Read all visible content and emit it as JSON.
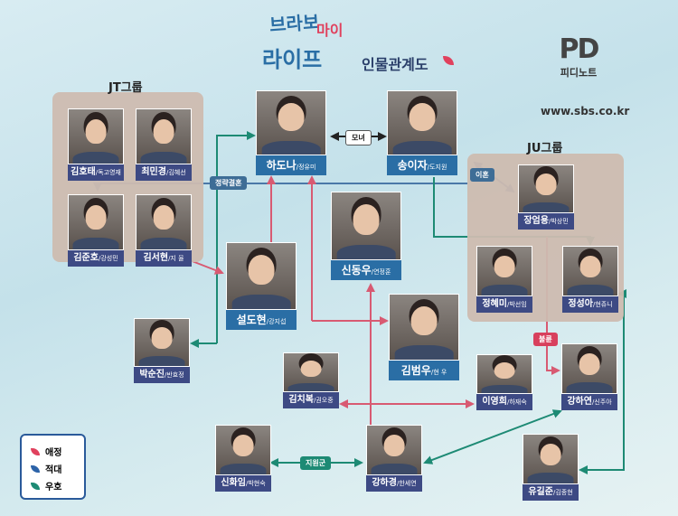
{
  "title": {
    "line1": "브라보",
    "line2": "마이",
    "line3": "라이프",
    "subtitle": "인물관계도"
  },
  "brand": {
    "logo": "PD",
    "name": "피디노트",
    "url": "www.sbs.co.kr"
  },
  "groups": {
    "jt": "JT그룹",
    "ju": "JU그룹"
  },
  "characters": [
    {
      "id": "kimhotae",
      "name": "김호태",
      "actor": "독고영재"
    },
    {
      "id": "choiminkyung",
      "name": "최민경",
      "actor": "김혜선"
    },
    {
      "id": "kimjunho",
      "name": "김준호",
      "actor": "강성민"
    },
    {
      "id": "kimseohyun",
      "name": "김서현",
      "actor": "지 율"
    },
    {
      "id": "hadona",
      "name": "하도나",
      "actor": "정유미"
    },
    {
      "id": "songija",
      "name": "송이자",
      "actor": "도지원"
    },
    {
      "id": "jangeomyong",
      "name": "장엄용",
      "actor": "박상민"
    },
    {
      "id": "jeonghyemi",
      "name": "정혜미",
      "actor": "박선임"
    },
    {
      "id": "jeongseonga",
      "name": "정성아",
      "actor": "현쥬니"
    },
    {
      "id": "shindongwoo",
      "name": "신동우",
      "actor": "연정훈"
    },
    {
      "id": "seoldohyun",
      "name": "설도현",
      "actor": "강지섭"
    },
    {
      "id": "kimbeomwoo",
      "name": "김범우",
      "actor": "현 우"
    },
    {
      "id": "parksoonjin",
      "name": "박순진",
      "actor": "반효정"
    },
    {
      "id": "kimchibok",
      "name": "김치복",
      "actor": "권오중"
    },
    {
      "id": "leeyounghee",
      "name": "이영희",
      "actor": "하재숙"
    },
    {
      "id": "kanghayeon",
      "name": "강하연",
      "actor": "신주아"
    },
    {
      "id": "shinhwaim",
      "name": "신화임",
      "actor": "박현숙"
    },
    {
      "id": "kanghakyung",
      "name": "강하경",
      "actor": "한세연"
    },
    {
      "id": "yugiljun",
      "name": "유길준",
      "actor": "김종현"
    }
  ],
  "relations": {
    "mother_daughter": "모녀",
    "arranged_marriage": "정략결혼",
    "divorce": "이혼",
    "affair": "불륜",
    "ally": "지원군"
  },
  "legend": [
    {
      "label": "애정",
      "color": "#e0415d"
    },
    {
      "label": "적대",
      "color": "#2c63a8"
    },
    {
      "label": "우호",
      "color": "#1d8a74"
    }
  ]
}
